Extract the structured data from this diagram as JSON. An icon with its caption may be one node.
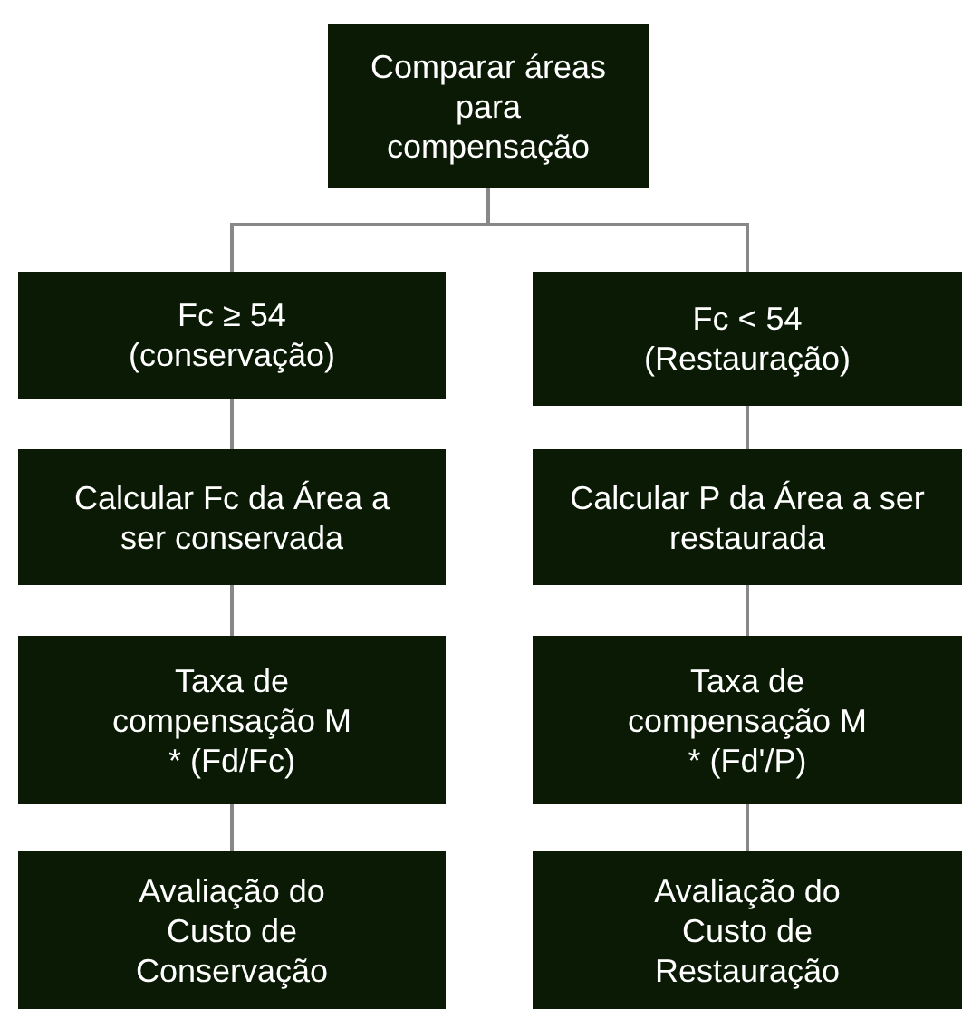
{
  "diagram": {
    "nodes": [
      {
        "text": [
          "Comparar áreas para compensação"
        ]
      },
      {
        "text": [
          "Fc ≥ 54 (conservação)"
        ]
      },
      {
        "text": [
          "Fc < 54 (Restauração)"
        ]
      },
      {
        "text": [
          "Calcular Fc da Área a ser conservada"
        ]
      },
      {
        "text": [
          "Calcular P da Área a ser restaurada"
        ]
      },
      {
        "text": [
          "Taxa de compensação M * (Fd/Fc)"
        ]
      },
      {
        "text": [
          "Taxa de compensação M * (Fd'/P)"
        ]
      },
      {
        "text": [
          "Avaliação do Custo de Conservação"
        ]
      },
      {
        "text": [
          "Avaliação do Custo de Restauração"
        ]
      }
    ],
    "edges": [
      {
        "from": 0,
        "to": 1,
        "arrow": "none"
      },
      {
        "from": 0,
        "to": 2,
        "arrow": "none"
      },
      {
        "from": 1,
        "to": 3,
        "arrow": "none"
      },
      {
        "from": 3,
        "to": 5,
        "arrow": "none"
      },
      {
        "from": 5,
        "to": 7,
        "arrow": "none"
      },
      {
        "from": 2,
        "to": 4,
        "arrow": "none"
      },
      {
        "from": 4,
        "to": 6,
        "arrow": "none"
      },
      {
        "from": 6,
        "to": 8,
        "arrow": "none"
      }
    ]
  }
}
